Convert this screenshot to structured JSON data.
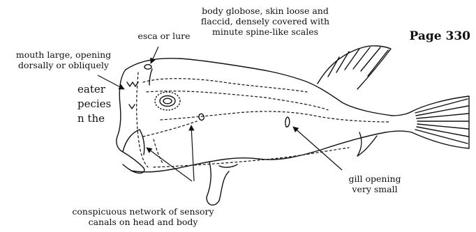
{
  "page_label": "Page 330",
  "body_text_fragments": [
    "eater",
    "pecies",
    "n the"
  ],
  "labels": {
    "body": [
      "body globose, skin loose and",
      "flaccid, densely covered with",
      "minute spine-like scales"
    ],
    "esca": [
      "esca or lure"
    ],
    "mouth": [
      "mouth large, opening",
      "dorsally or obliquely"
    ],
    "gill": [
      "gill opening",
      "very small"
    ],
    "canals": [
      "conspicuous network of sensory",
      "canals on head and body"
    ]
  }
}
